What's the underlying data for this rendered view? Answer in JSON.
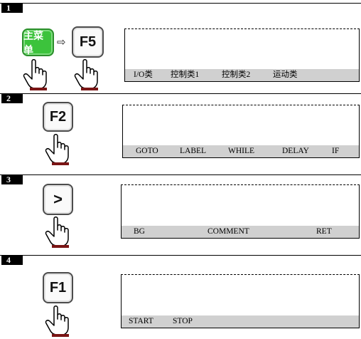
{
  "steps": [
    {
      "number": "1",
      "keys": [
        "主菜单",
        "F5"
      ],
      "arrow": "⇨",
      "softkeys": [
        "I/O类",
        "控制类1",
        "控制类2",
        "运动类"
      ]
    },
    {
      "number": "2",
      "keys": [
        "F2"
      ],
      "softkeys": [
        "GOTO",
        "LABEL",
        "WHILE",
        "DELAY",
        "IF"
      ]
    },
    {
      "number": "3",
      "keys": [
        ">"
      ],
      "softkeys": [
        "BG",
        "COMMENT",
        "RET"
      ]
    },
    {
      "number": "4",
      "keys": [
        "F1"
      ],
      "softkeys": [
        "START",
        "STOP"
      ]
    }
  ],
  "icons": [
    "finger-press-icon",
    "arrow-right-icon"
  ],
  "colors": {
    "menu_key": "#3cc33c",
    "softkey_bar": "#d0d0d0",
    "cuff": "#7a1515"
  }
}
